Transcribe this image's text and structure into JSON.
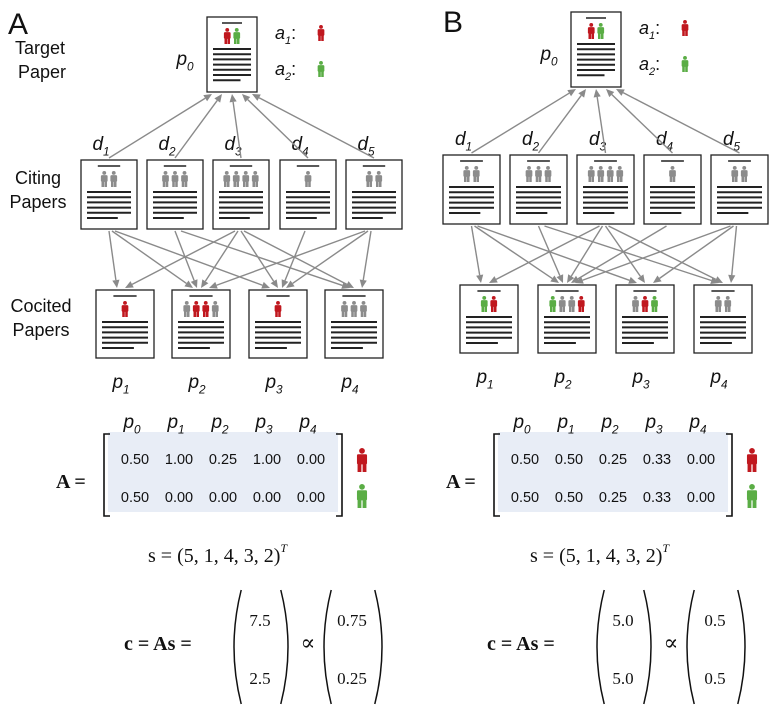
{
  "panels": [
    {
      "letter": "A",
      "target_label": [
        "Target",
        "Paper"
      ],
      "citing_label": [
        "Citing",
        "Papers"
      ],
      "cocited_label": [
        "Cocited",
        "Papers"
      ],
      "p0": "p",
      "p0_sub": "0",
      "authors": [
        {
          "name": "a",
          "sub": "1",
          "colon": ":",
          "color": "#c0181f"
        },
        {
          "name": "a",
          "sub": "2",
          "colon": ":",
          "color": "#5aad45"
        }
      ],
      "citing": [
        {
          "name": "d",
          "sub": "1",
          "figures": 2
        },
        {
          "name": "d",
          "sub": "2",
          "figures": 3
        },
        {
          "name": "d",
          "sub": "3",
          "figures": 4
        },
        {
          "name": "d",
          "sub": "4",
          "figures": 1
        },
        {
          "name": "d",
          "sub": "5",
          "figures": 2
        }
      ],
      "cocited": [
        {
          "name": "p",
          "sub": "1",
          "figures": [
            "red"
          ]
        },
        {
          "name": "p",
          "sub": "2",
          "figures": [
            "gray",
            "red",
            "red",
            "gray"
          ]
        },
        {
          "name": "p",
          "sub": "3",
          "figures": [
            "red"
          ]
        },
        {
          "name": "p",
          "sub": "4",
          "figures": [
            "gray",
            "gray",
            "gray"
          ]
        }
      ],
      "target_figures": [
        "red",
        "green"
      ],
      "matrix_headers": [
        [
          "p",
          "0"
        ],
        [
          "p",
          "1"
        ],
        [
          "p",
          "2"
        ],
        [
          "p",
          "3"
        ],
        [
          "p",
          "4"
        ]
      ],
      "matrix_label": "A =",
      "matrix": [
        [
          "0.50",
          "1.00",
          "0.25",
          "1.00",
          "0.00"
        ],
        [
          "0.50",
          "0.00",
          "0.00",
          "0.00",
          "0.00"
        ]
      ],
      "s_line": "s = (5, 1, 4, 3, 2)",
      "s_sup": "T",
      "c_label": "c = As =",
      "vec1": [
        "7.5",
        "2.5"
      ],
      "prop": "∝",
      "vec2": [
        "0.75",
        "0.25"
      ]
    },
    {
      "letter": "B",
      "p0": "p",
      "p0_sub": "0",
      "authors": [
        {
          "name": "a",
          "sub": "1",
          "colon": ":",
          "color": "#c0181f"
        },
        {
          "name": "a",
          "sub": "2",
          "colon": ":",
          "color": "#5aad45"
        }
      ],
      "citing": [
        {
          "name": "d",
          "sub": "1",
          "figures": 2
        },
        {
          "name": "d",
          "sub": "2",
          "figures": 3
        },
        {
          "name": "d",
          "sub": "3",
          "figures": 4
        },
        {
          "name": "d",
          "sub": "4",
          "figures": 1
        },
        {
          "name": "d",
          "sub": "5",
          "figures": 2
        }
      ],
      "cocited": [
        {
          "name": "p",
          "sub": "1",
          "figures": [
            "green",
            "red"
          ]
        },
        {
          "name": "p",
          "sub": "2",
          "figures": [
            "green",
            "gray",
            "gray",
            "red"
          ]
        },
        {
          "name": "p",
          "sub": "3",
          "figures": [
            "gray",
            "red",
            "green"
          ]
        },
        {
          "name": "p",
          "sub": "4",
          "figures": [
            "gray",
            "gray"
          ]
        }
      ],
      "target_figures": [
        "red",
        "green"
      ],
      "matrix_headers": [
        [
          "p",
          "0"
        ],
        [
          "p",
          "1"
        ],
        [
          "p",
          "2"
        ],
        [
          "p",
          "3"
        ],
        [
          "p",
          "4"
        ]
      ],
      "matrix_label": "A =",
      "matrix": [
        [
          "0.50",
          "0.50",
          "0.25",
          "0.33",
          "0.00"
        ],
        [
          "0.50",
          "0.50",
          "0.25",
          "0.33",
          "0.00"
        ]
      ],
      "s_line": "s = (5, 1, 4, 3, 2)",
      "s_sup": "T",
      "c_label": "c = As =",
      "vec1": [
        "5.0",
        "5.0"
      ],
      "prop": "∝",
      "vec2": [
        "0.5",
        "0.5"
      ]
    }
  ],
  "colors": {
    "red": "#c0181f",
    "green": "#5aad45",
    "gray": "#8c8c8c",
    "arrow": "#8a8a8a",
    "matrix_bg": "#e8edf6"
  }
}
